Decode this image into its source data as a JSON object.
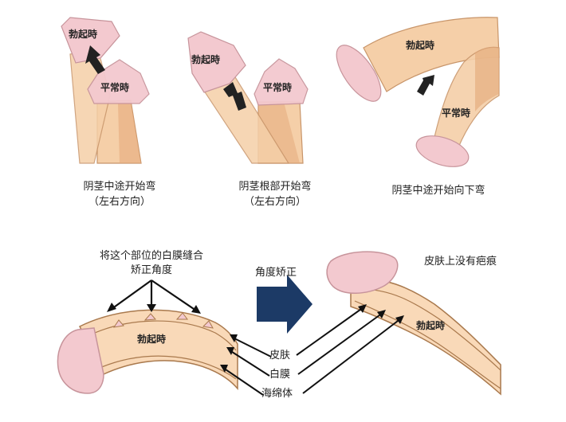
{
  "labels": {
    "erect": "勃起時",
    "normal": "平常時"
  },
  "panels": [
    {
      "caption_line1": "阴茎中途开始弯",
      "caption_line2": "（左右方向）"
    },
    {
      "caption_line1": "阴茎根部开始弯",
      "caption_line2": "（左右方向）"
    },
    {
      "caption_line1": "阴茎中途开始向下弯",
      "caption_line2": ""
    }
  ],
  "bottom": {
    "suture_text_line1": "将这个部位的白膜缝合",
    "suture_text_line2": "矫正角度",
    "correction_label": "角度矫正",
    "no_scar_label": "皮肤上没有疤痕",
    "layer_labels": [
      "皮肤",
      "白膜",
      "海绵体"
    ]
  },
  "colors": {
    "shaft_fill": "#f5cfa8",
    "shaft_dark": "#e3a878",
    "outline": "#c8956a",
    "glans_fill": "#f3c9cf",
    "glans_stroke": "#c7949b",
    "arrow_dark": "#222222",
    "big_arrow": "#1c3a66",
    "bottom_body": "#f9d9b8",
    "bottom_stroke": "#a9794d"
  }
}
